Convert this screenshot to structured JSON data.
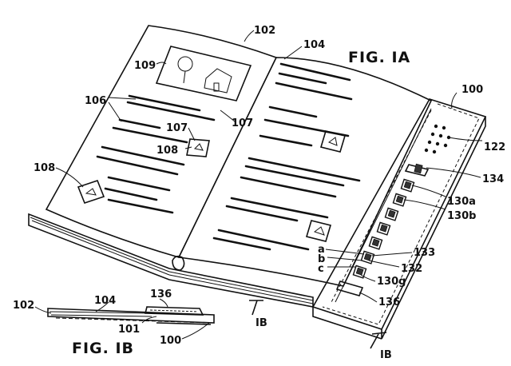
{
  "figure_1a": {
    "title": "FIG. IA",
    "refs": {
      "r102": "102",
      "r104": "104",
      "r100": "100",
      "r109": "109",
      "r106": "106",
      "r107a": "107",
      "r107b": "107",
      "r108a": "108",
      "r108b": "108",
      "r122": "122",
      "r134": "134",
      "r130a": "130a",
      "r130b": "130b",
      "r133": "133",
      "r132": "132",
      "r130g": "130g",
      "r136": "136",
      "ra": "a",
      "rb": "b",
      "rc": "c",
      "section_left": "IB",
      "section_right": "IB"
    }
  },
  "figure_1b": {
    "title": "FIG. IB",
    "refs": {
      "r102": "102",
      "r104": "104",
      "r136": "136",
      "r101": "101",
      "r100": "100"
    }
  }
}
